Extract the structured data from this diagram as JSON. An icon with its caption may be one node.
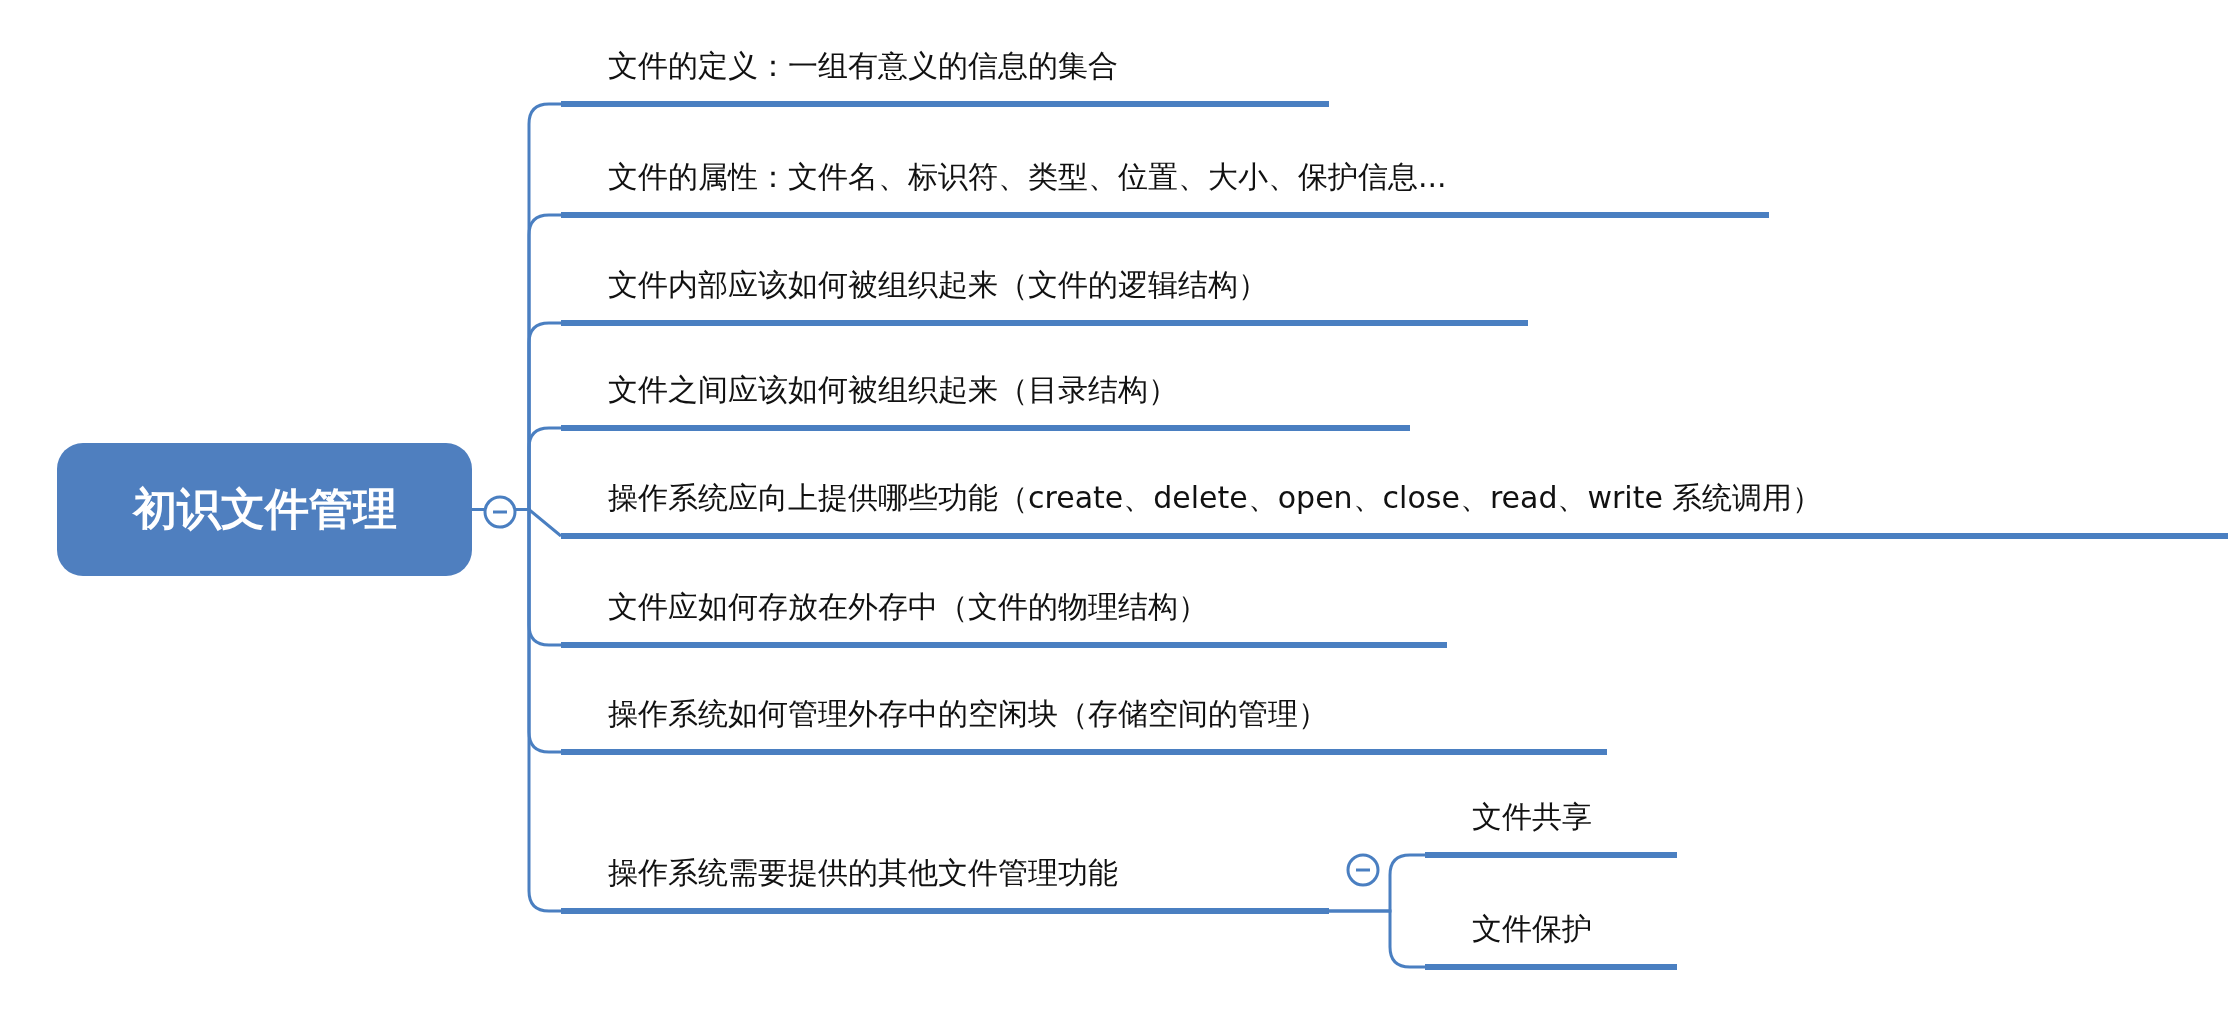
{
  "diagram": {
    "nodes": [
      {
        "text": [
          "初识文件管理"
        ]
      },
      {
        "text": [
          "文件的定义：一组有意义的信息的集合"
        ]
      },
      {
        "text": [
          "文件的属性：文件名、标识符、类型、位置、大小、保护信息..."
        ]
      },
      {
        "text": [
          "文件内部应该如何被组织起来（文件的逻辑结构）"
        ]
      },
      {
        "text": [
          "文件之间应该如何被组织起来（目录结构）"
        ]
      },
      {
        "text": [
          "操作系统应向上提供哪些功能（create、delete、open、close、read、write 系统调用）"
        ]
      },
      {
        "text": [
          "文件应如何存放在外存中（文件的物理结构）"
        ]
      },
      {
        "text": [
          "操作系统如何管理外存中的空闲块（存储空间的管理）"
        ]
      },
      {
        "text": [
          "操作系统需要提供的其他文件管理功能"
        ]
      },
      {
        "text": [
          "文件共享"
        ]
      },
      {
        "text": [
          "文件保护"
        ]
      }
    ],
    "edges": [
      {
        "from": 0,
        "to": 1,
        "arrow": "none"
      },
      {
        "from": 0,
        "to": 2,
        "arrow": "none"
      },
      {
        "from": 0,
        "to": 3,
        "arrow": "none"
      },
      {
        "from": 0,
        "to": 4,
        "arrow": "none"
      },
      {
        "from": 0,
        "to": 5,
        "arrow": "none"
      },
      {
        "from": 0,
        "to": 6,
        "arrow": "none"
      },
      {
        "from": 0,
        "to": 7,
        "arrow": "none"
      },
      {
        "from": 0,
        "to": 8,
        "arrow": "none"
      },
      {
        "from": 8,
        "to": 9,
        "arrow": "none"
      },
      {
        "from": 8,
        "to": 10,
        "arrow": "none"
      }
    ]
  }
}
